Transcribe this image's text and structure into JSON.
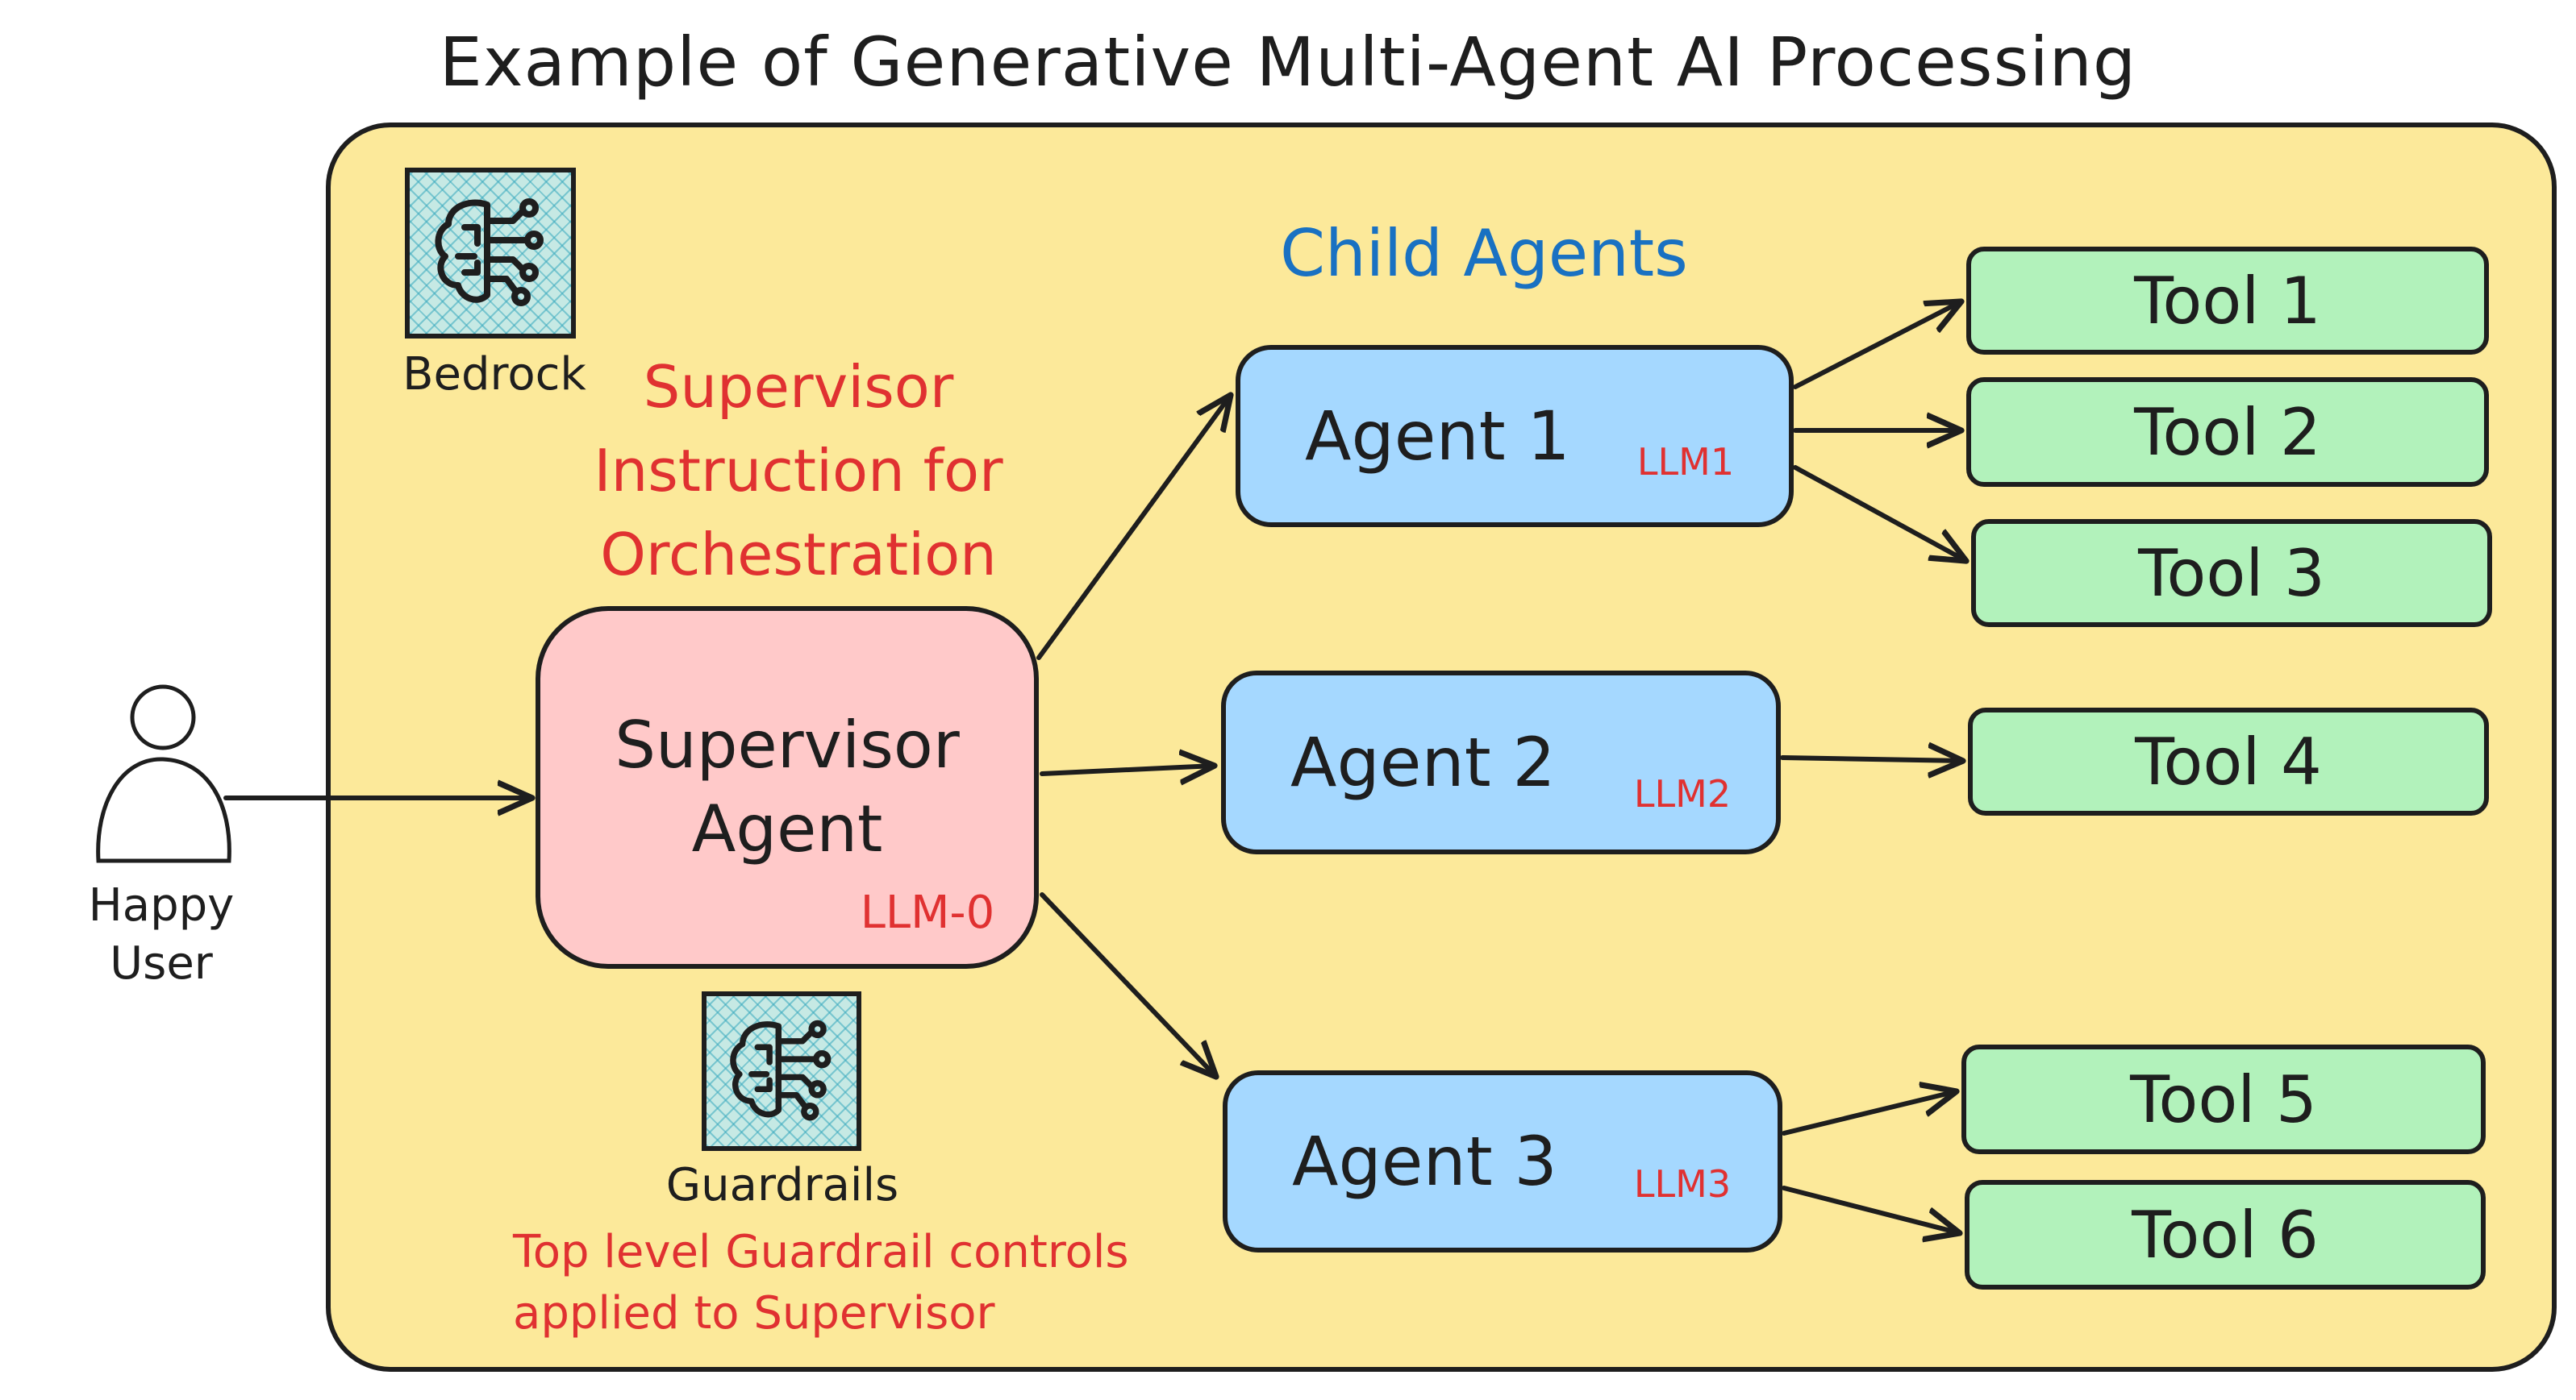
{
  "title": "Example of Generative Multi-Agent AI Processing",
  "user": {
    "label_line1": "Happy",
    "label_line2": "User"
  },
  "bedrock": {
    "label": "Bedrock",
    "icon": "brain-circuit-icon"
  },
  "guardrails": {
    "label": "Guardrails",
    "icon": "brain-circuit-icon",
    "note_line1": "Top level Guardrail controls",
    "note_line2": "applied to Supervisor"
  },
  "instruction": {
    "line1": "Supervisor",
    "line2": "Instruction for",
    "line3": "Orchestration"
  },
  "supervisor": {
    "line1": "Supervisor",
    "line2": "Agent",
    "llm": "LLM-0"
  },
  "child_agents_label": "Child Agents",
  "agents": [
    {
      "label": "Agent 1",
      "llm": "LLM1"
    },
    {
      "label": "Agent 2",
      "llm": "LLM2"
    },
    {
      "label": "Agent 3",
      "llm": "LLM3"
    }
  ],
  "tools": [
    "Tool 1",
    "Tool 2",
    "Tool 3",
    "Tool 4",
    "Tool 5",
    "Tool 6"
  ],
  "colors": {
    "container": "#fce99a",
    "agent": "#a5d8ff",
    "tool": "#b2f2bb",
    "supervisor": "#ffc9c9",
    "red_text": "#e03131",
    "blue_text": "#1971c2",
    "stroke": "#1e1e1e"
  }
}
